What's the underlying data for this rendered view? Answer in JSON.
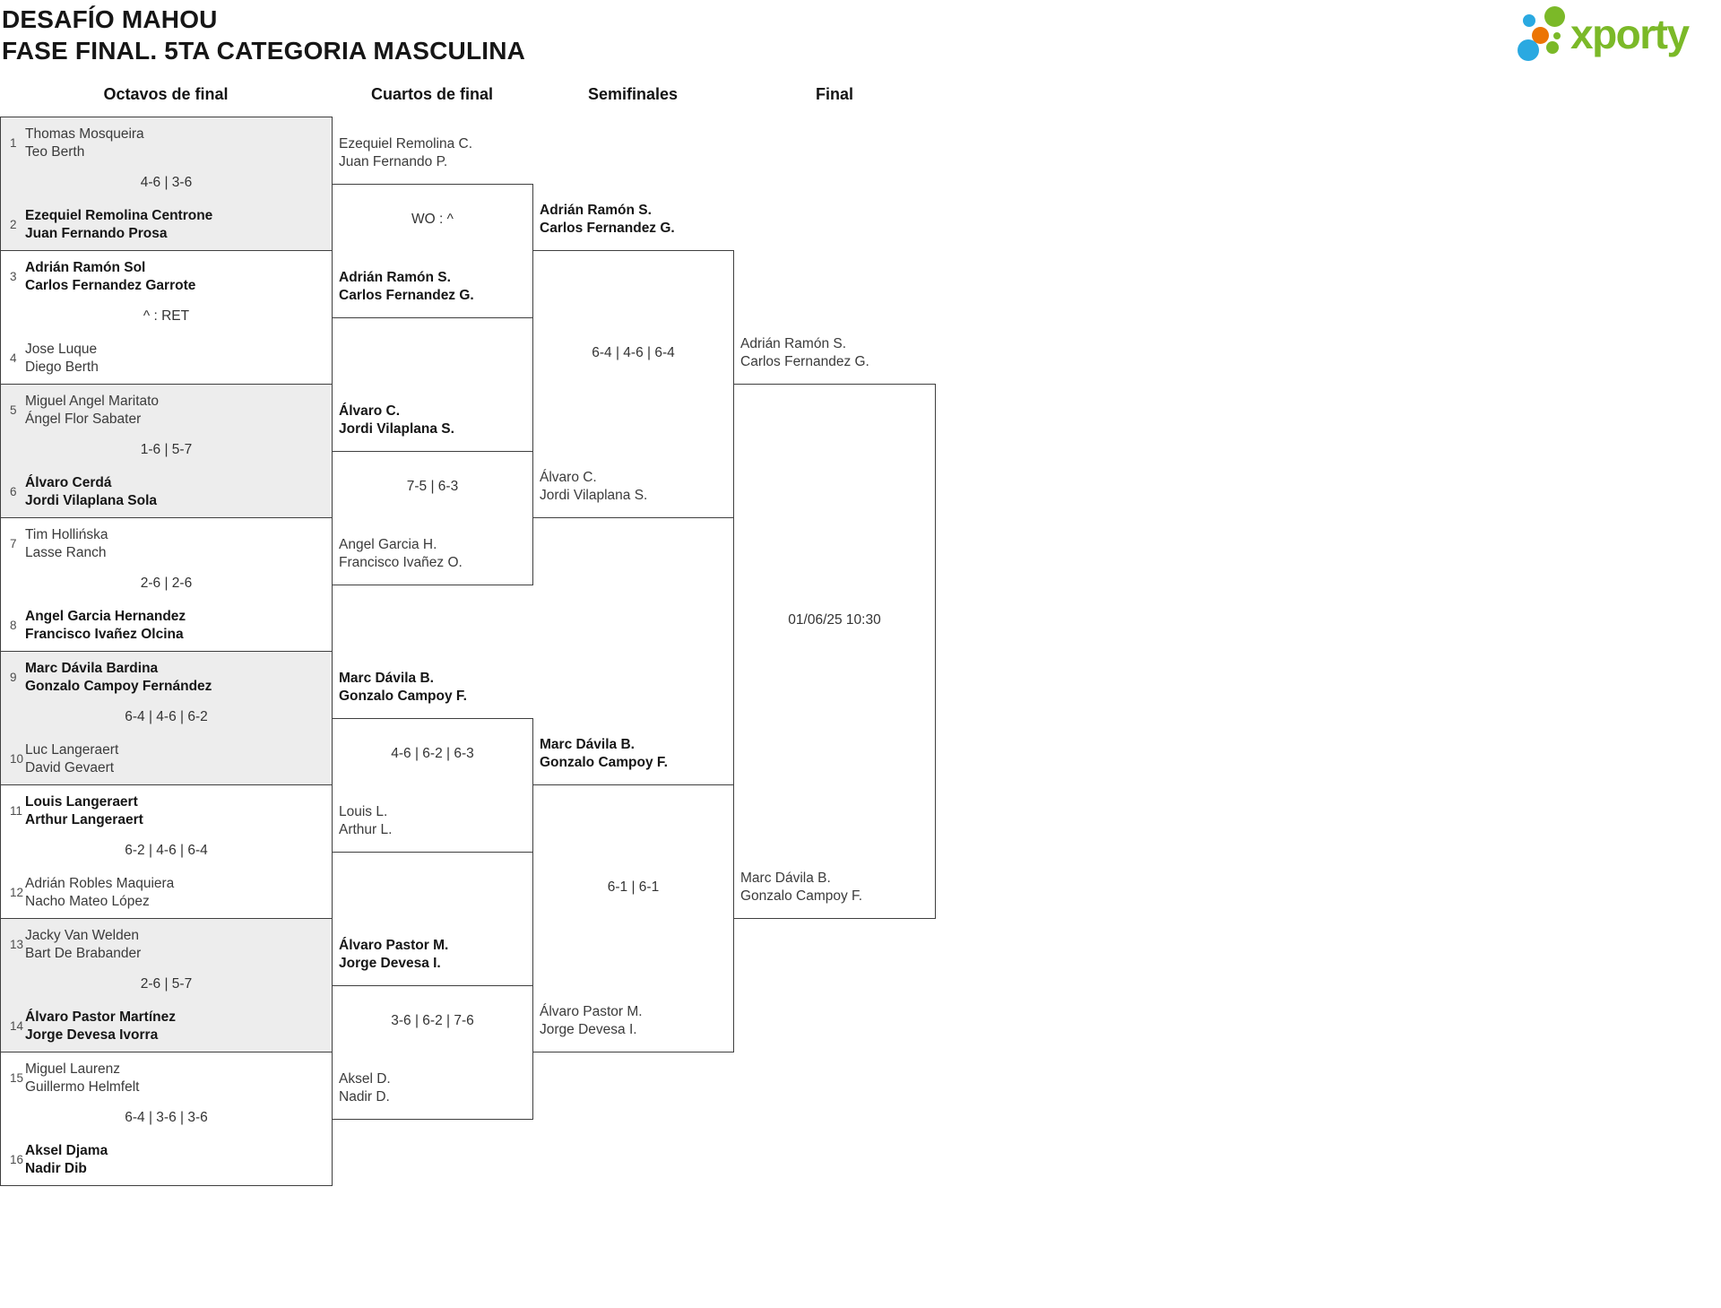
{
  "title": [
    "DESAFÍO MAHOU",
    "FASE FINAL. 5TA CATEGORIA MASCULINA"
  ],
  "logo": {
    "wordmark": "xporty",
    "colors": {
      "green": "#7bb928",
      "blue": "#2aa9e1",
      "orange": "#ec7504"
    }
  },
  "round_headers": [
    "Octavos de final",
    "Cuartos de final",
    "Semifinales",
    "Final"
  ],
  "bracket": {
    "octavos": [
      {
        "seed_a": "1",
        "team_a": [
          "Thomas Mosqueira",
          "Teo Berth"
        ],
        "score": "4-6 | 3-6",
        "seed_b": "2",
        "team_b": [
          "Ezequiel Remolina Centrone",
          "Juan Fernando Prosa"
        ],
        "winner": "b"
      },
      {
        "seed_a": "3",
        "team_a": [
          "Adrián Ramón Sol",
          "Carlos Fernandez Garrote"
        ],
        "score": "^ : RET",
        "seed_b": "4",
        "team_b": [
          "Jose Luque",
          "Diego Berth"
        ],
        "winner": "a"
      },
      {
        "seed_a": "5",
        "team_a": [
          "Miguel Angel Maritato",
          "Ángel Flor Sabater"
        ],
        "score": "1-6 | 5-7",
        "seed_b": "6",
        "team_b": [
          "Álvaro Cerdá",
          "Jordi Vilaplana Sola"
        ],
        "winner": "b"
      },
      {
        "seed_a": "7",
        "team_a": [
          "Tim Hollińska",
          "Lasse Ranch"
        ],
        "score": "2-6 | 2-6",
        "seed_b": "8",
        "team_b": [
          "Angel Garcia Hernandez",
          "Francisco Ivañez Olcina"
        ],
        "winner": "b"
      },
      {
        "seed_a": "9",
        "team_a": [
          "Marc Dávila Bardina",
          "Gonzalo Campoy Fernández"
        ],
        "score": "6-4 | 4-6 | 6-2",
        "seed_b": "10",
        "team_b": [
          "Luc Langeraert",
          "David Gevaert"
        ],
        "winner": "a"
      },
      {
        "seed_a": "11",
        "team_a": [
          "Louis Langeraert",
          "Arthur Langeraert"
        ],
        "score": "6-2 | 4-6 | 6-4",
        "seed_b": "12",
        "team_b": [
          "Adrián Robles Maquiera",
          "Nacho Mateo López"
        ],
        "winner": "a"
      },
      {
        "seed_a": "13",
        "team_a": [
          "Jacky Van Welden",
          "Bart De Brabander"
        ],
        "score": "2-6 | 5-7",
        "seed_b": "14",
        "team_b": [
          "Álvaro Pastor Martínez",
          "Jorge Devesa Ivorra"
        ],
        "winner": "b"
      },
      {
        "seed_a": "15",
        "team_a": [
          "Miguel Laurenz",
          "Guillermo Helmfelt"
        ],
        "score": "6-4 | 3-6 | 3-6",
        "seed_b": "16",
        "team_b": [
          "Aksel Djama",
          "Nadir Dib"
        ],
        "winner": "b"
      }
    ],
    "cuartos": [
      {
        "team_a": [
          "Ezequiel Remolina C.",
          "Juan Fernando P."
        ],
        "score": "WO : ^",
        "team_b": [
          "Adrián Ramón S.",
          "Carlos Fernandez G."
        ],
        "winner": "b"
      },
      {
        "team_a": [
          "Álvaro C.",
          "Jordi Vilaplana S."
        ],
        "score": "7-5 | 6-3",
        "team_b": [
          "Angel Garcia H.",
          "Francisco Ivañez O."
        ],
        "winner": "a"
      },
      {
        "team_a": [
          "Marc Dávila B.",
          "Gonzalo Campoy F."
        ],
        "score": "4-6 | 6-2 | 6-3",
        "team_b": [
          "Louis L.",
          "Arthur L."
        ],
        "winner": "a"
      },
      {
        "team_a": [
          "Álvaro Pastor M.",
          "Jorge Devesa I."
        ],
        "score": "3-6 | 6-2 | 7-6",
        "team_b": [
          "Aksel D.",
          "Nadir D."
        ],
        "winner": "a"
      }
    ],
    "semifinales": [
      {
        "team_a": [
          "Adrián Ramón S.",
          "Carlos Fernandez G."
        ],
        "score": "6-4 | 4-6 | 6-4",
        "team_b": [
          "Álvaro C.",
          "Jordi Vilaplana S."
        ],
        "winner": "a"
      },
      {
        "team_a": [
          "Marc Dávila B.",
          "Gonzalo Campoy F."
        ],
        "score": "6-1 | 6-1",
        "team_b": [
          "Álvaro Pastor M.",
          "Jorge Devesa I."
        ],
        "winner": "a"
      }
    ],
    "final": {
      "team_a": [
        "Adrián Ramón S.",
        "Carlos Fernandez G."
      ],
      "datetime": "01/06/25 10:30",
      "team_b": [
        "Marc Dávila B.",
        "Gonzalo Campoy F."
      ],
      "winner": null
    }
  }
}
